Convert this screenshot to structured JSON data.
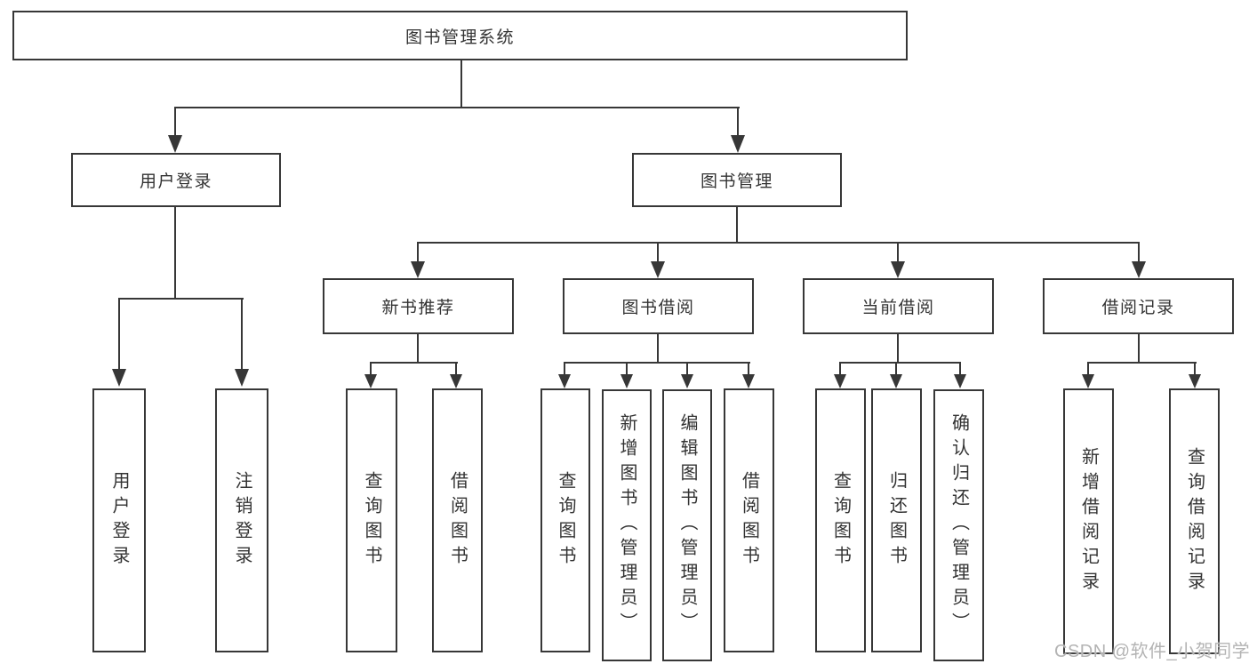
{
  "root": {
    "label": "图书管理系统"
  },
  "level1": {
    "user_login": "用户登录",
    "book_management": "图书管理"
  },
  "level2": {
    "new_book_recommend": "新书推荐",
    "book_borrow": "图书借阅",
    "current_borrow": "当前借阅",
    "borrow_records": "借阅记录"
  },
  "leaves": {
    "user": [
      "用户登录",
      "注销登录"
    ],
    "recommend": [
      "查询图书",
      "借阅图书"
    ],
    "borrow": [
      "查询图书",
      "新增图书（管理员）",
      "编辑图书（管理员）",
      "借阅图书"
    ],
    "current": [
      "查询图书",
      "归还图书",
      "确认归还（管理员）"
    ],
    "records": [
      "新增借阅记录",
      "查询借阅记录"
    ]
  },
  "watermark": {
    "text": "CSDN @软件_小贺同学"
  },
  "colors": {
    "line": "#373737",
    "text": "#333333",
    "watermark": "#b4b4b4",
    "background": "#ffffff"
  }
}
